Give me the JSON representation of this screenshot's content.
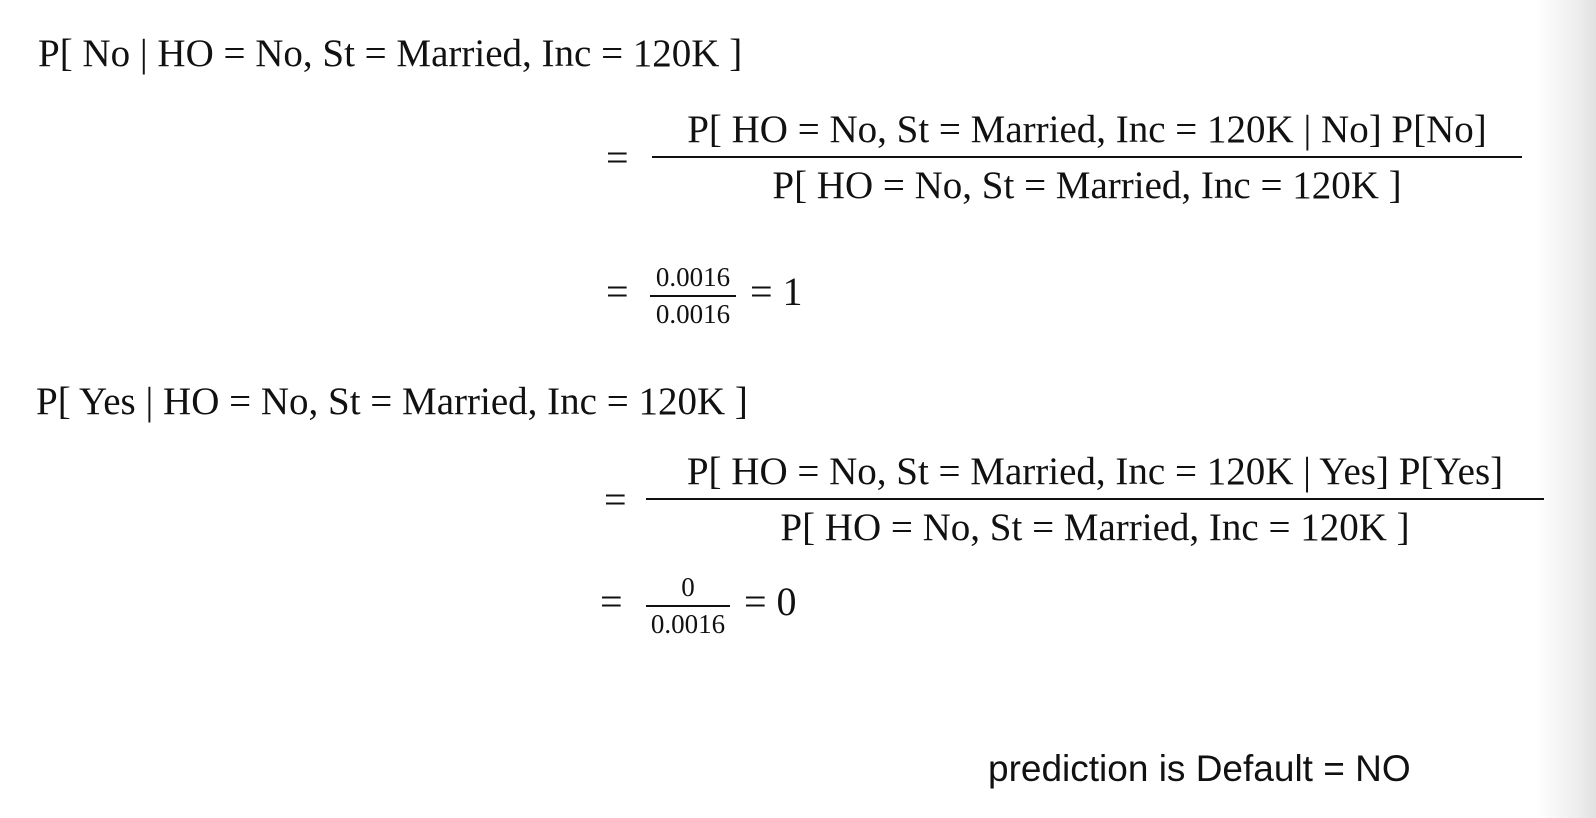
{
  "block_no": {
    "lhs": "P[ No | HO = No, St = Married, Inc = 120K ]",
    "step1_eq": "=",
    "step1_num": "P[ HO = No, St = Married, Inc = 120K | No] P[No]",
    "step1_den": "P[ HO = No, St = Married, Inc = 120K ]",
    "step2_eq": "=",
    "step2_num": "0.0016",
    "step2_den": "0.0016",
    "step2_result": "= 1"
  },
  "block_yes": {
    "lhs": "P[ Yes | HO = No, St = Married, Inc = 120K ]",
    "step1_eq": "=",
    "step1_num": "P[ HO = No, St = Married, Inc = 120K | Yes] P[Yes]",
    "step1_den": "P[ HO = No, St = Married, Inc = 120K ]",
    "step2_eq": "=",
    "step2_num": "0",
    "step2_den": "0.0016",
    "step2_result": "= 0"
  },
  "prediction": "prediction is Default = NO"
}
